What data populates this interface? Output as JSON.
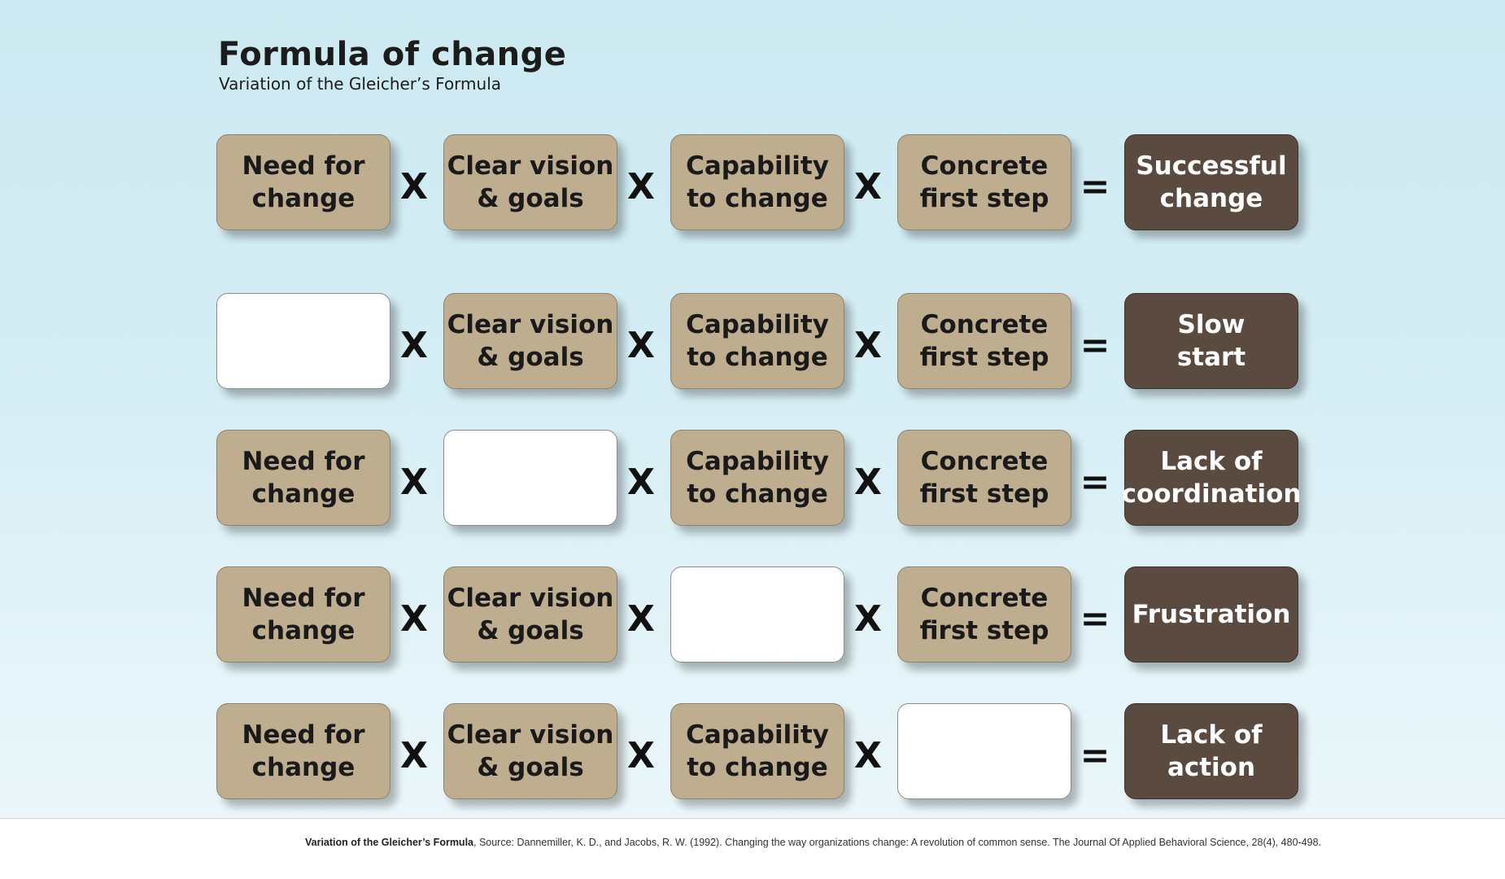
{
  "header": {
    "title": "Formula of change",
    "subtitle": "Variation of the Gleicher’s Formula"
  },
  "operators": {
    "times": "X",
    "equals": "="
  },
  "rows": [
    {
      "factors": [
        "Need for\nchange",
        "Clear vision\n& goals",
        "Capability\nto change",
        "Concrete\nfirst step"
      ],
      "result": "Successful\nchange"
    },
    {
      "factors": [
        "",
        "Clear vision\n& goals",
        "Capability\nto change",
        "Concrete\nfirst step"
      ],
      "result": "Slow\nstart"
    },
    {
      "factors": [
        "Need for\nchange",
        "",
        "Capability\nto change",
        "Concrete\nfirst step"
      ],
      "result": "Lack of\ncoordination"
    },
    {
      "factors": [
        "Need for\nchange",
        "Clear vision\n& goals",
        "",
        "Concrete\nfirst step"
      ],
      "result": "Frustration"
    },
    {
      "factors": [
        "Need for\nchange",
        "Clear vision\n& goals",
        "Capability\nto change",
        ""
      ],
      "result": "Lack of\naction"
    }
  ],
  "colors": {
    "factor_fill": "#bfad90",
    "result_fill": "#5b4a3f",
    "missing_fill": "#ffffff"
  },
  "footer": {
    "source_label": "Variation of the Gleicher’s Formula",
    "source_text": ", Source: Dannemiller, K. D., and Jacobs, R. W. (1992). Changing the way organizations change: A revolution of common sense. The Journal Of Applied Behavioral Science, 28(4), 480-498."
  }
}
